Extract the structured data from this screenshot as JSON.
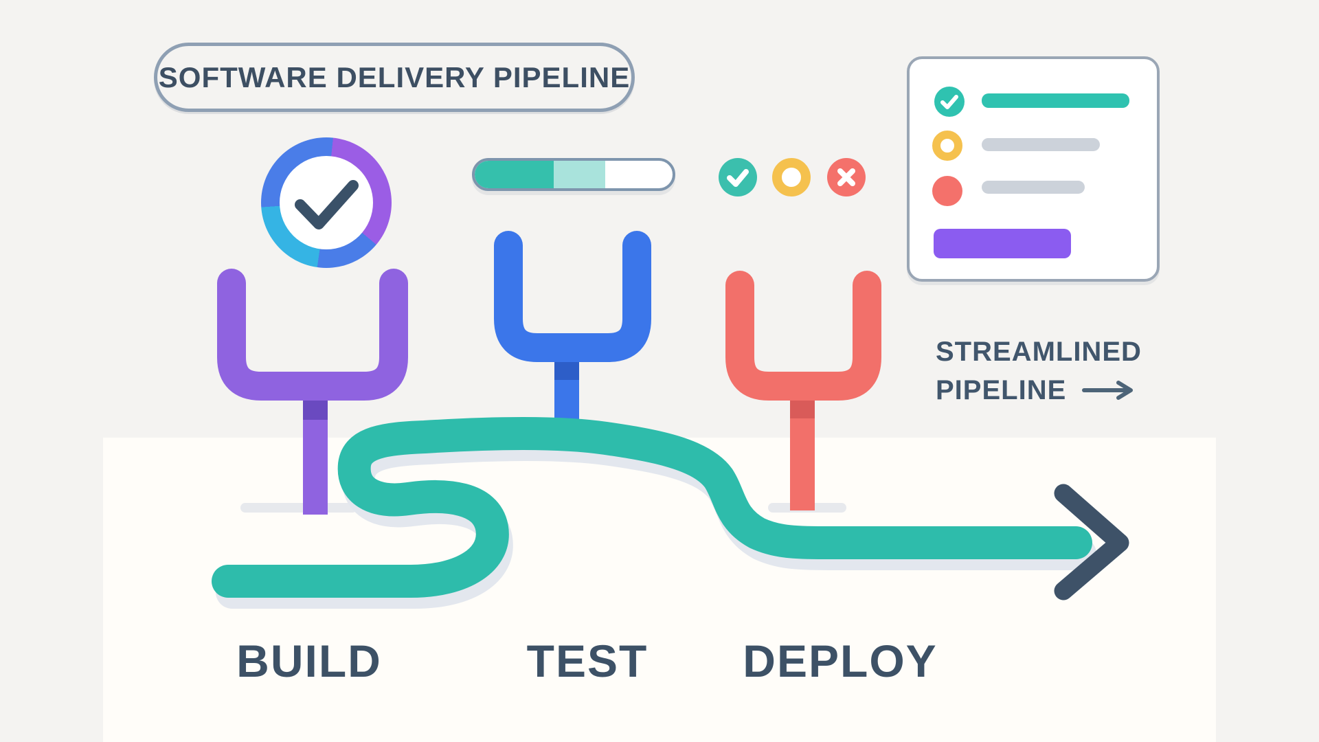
{
  "title": {
    "label": "SOFTWARE DELIVERY PIPELINE"
  },
  "stages": [
    {
      "label": "BUILD",
      "marker_color": "#8f63e0",
      "stem_band_color": "#6a4ac0"
    },
    {
      "label": "TEST",
      "marker_color": "#3b76ea",
      "stem_band_color": "#2d5ec8"
    },
    {
      "label": "DEPLOY",
      "marker_color": "#f2706a",
      "stem_band_color": "#d95b59"
    }
  ],
  "caption": {
    "line1": "STREAMLINED",
    "line2": "PIPELINE",
    "arrow_icon": "right-arrow"
  },
  "ring_badge": {
    "icon": "check",
    "check_color": "#3a5168",
    "ring_segments": [
      {
        "color": "#9b5de5",
        "from_deg": 6,
        "to_deg": 130
      },
      {
        "color": "#4a7de8",
        "from_deg": 130,
        "to_deg": 188
      },
      {
        "color": "#35b4e4",
        "from_deg": 188,
        "to_deg": 266
      },
      {
        "color": "#4a7de8",
        "from_deg": 266,
        "to_deg": 366
      }
    ]
  },
  "progress_bar": {
    "border_color": "#7e95ad",
    "segments": [
      {
        "color": "#35c0ac",
        "percent": 40
      },
      {
        "color": "#a9e3dc",
        "percent": 26
      },
      {
        "color": "#ffffff",
        "percent": 34
      }
    ]
  },
  "status_dots": [
    {
      "icon": "check-circle",
      "color": "#3bbfad"
    },
    {
      "icon": "pending-ring",
      "color": "#f5c14e"
    },
    {
      "icon": "cross-circle",
      "color": "#f4716b"
    }
  ],
  "checklist_card": {
    "border_color": "#9aa6b5",
    "rows": [
      {
        "icon": "check-circle",
        "icon_color": "#2fc2b0",
        "bar_color": "#2fc2b0"
      },
      {
        "icon": "pending-ring",
        "icon_color": "#f5c14e",
        "bar_color": "#ccd2da"
      },
      {
        "icon": "fail-circle",
        "icon_color": "#f4716b",
        "bar_color": "#ccd2da"
      }
    ],
    "button_color": "#8b5cf0"
  },
  "pipeline": {
    "pipe_color": "#2ebcab",
    "shadow_color": "#e3e7ee",
    "arrow_color": "#3e5268"
  },
  "background": {
    "page": "#f4f3f1",
    "stage_band": "#fffdf9"
  }
}
